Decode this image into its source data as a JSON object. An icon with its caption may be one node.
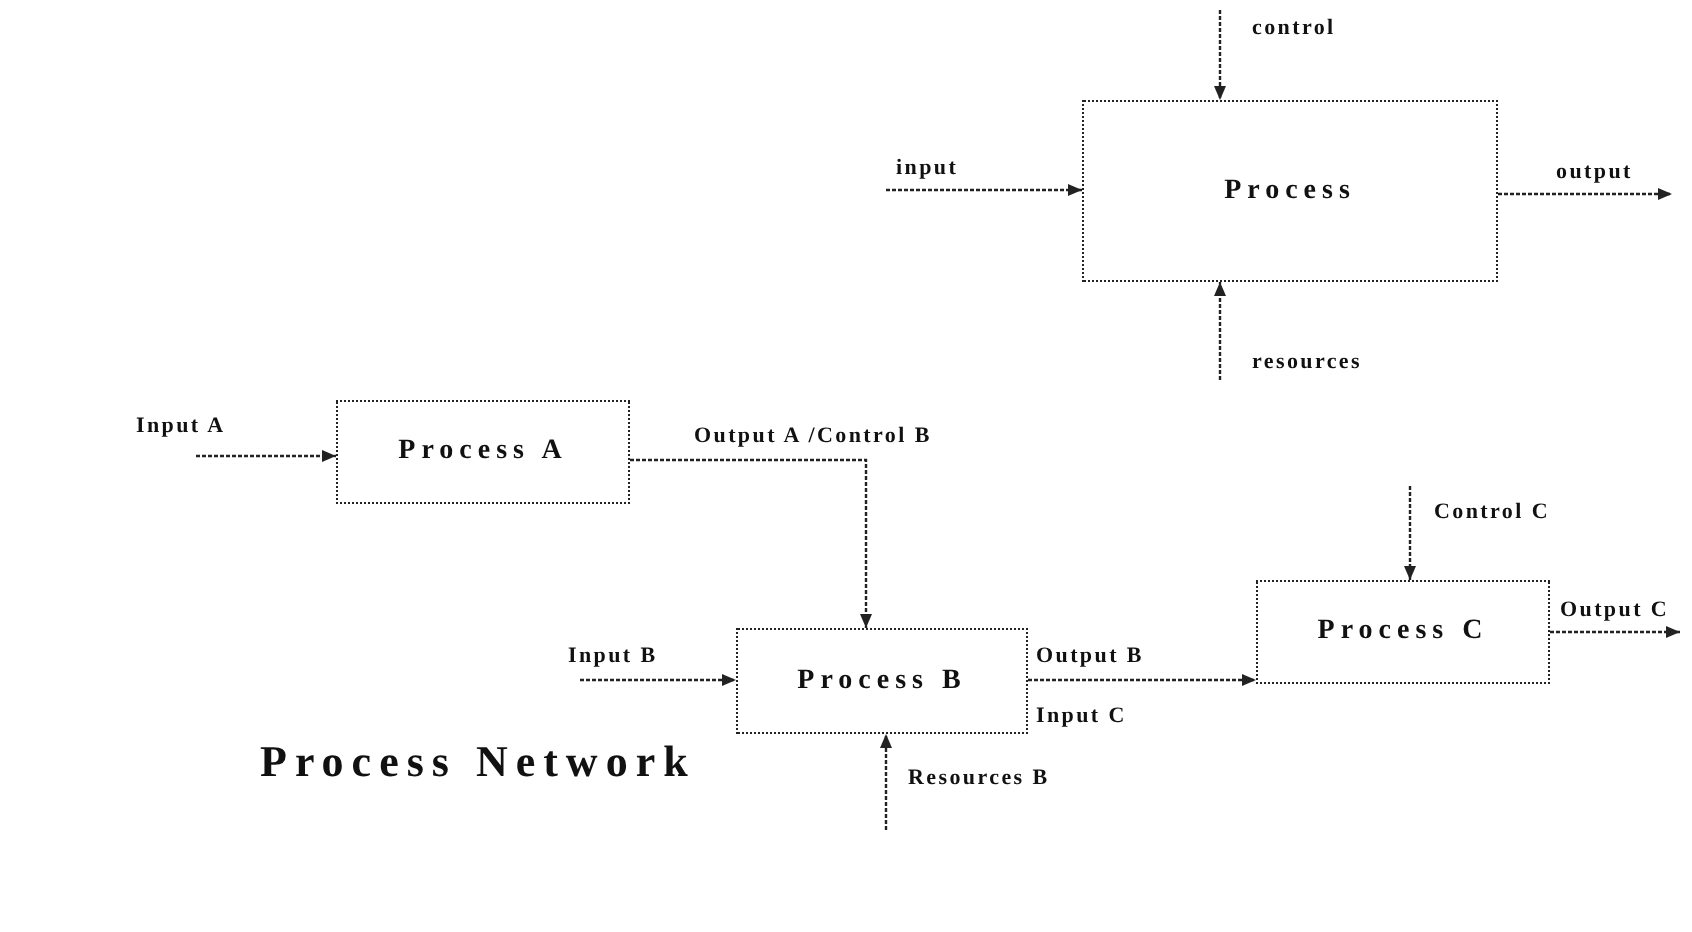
{
  "diagram": {
    "title": "Process Network",
    "nodes": [
      {
        "text": [
          "Process"
        ]
      },
      {
        "text": [
          "Process A"
        ]
      },
      {
        "text": [
          "Process B"
        ]
      },
      {
        "text": [
          "Process C"
        ]
      }
    ],
    "edges": [
      {
        "from": null,
        "to": 0,
        "arrow": "to",
        "label": "input"
      },
      {
        "from": null,
        "to": 0,
        "arrow": "to",
        "label": "control"
      },
      {
        "from": null,
        "to": 0,
        "arrow": "to",
        "label": "resources"
      },
      {
        "from": 0,
        "to": null,
        "arrow": "to",
        "label": "output"
      },
      {
        "from": null,
        "to": 1,
        "arrow": "to",
        "label": "Input A"
      },
      {
        "from": 1,
        "to": 2,
        "arrow": "to",
        "label": "Output A /Control B"
      },
      {
        "from": null,
        "to": 2,
        "arrow": "to",
        "label": "Input B"
      },
      {
        "from": null,
        "to": 2,
        "arrow": "to",
        "label": "Resources B"
      },
      {
        "from": 2,
        "to": 3,
        "arrow": "to",
        "label": "Output B"
      },
      {
        "from": null,
        "to": 3,
        "arrow": "to",
        "label": "Control C"
      },
      {
        "from": 3,
        "to": null,
        "arrow": "to",
        "label": "Output C"
      }
    ],
    "labels": [
      "Input C"
    ]
  }
}
